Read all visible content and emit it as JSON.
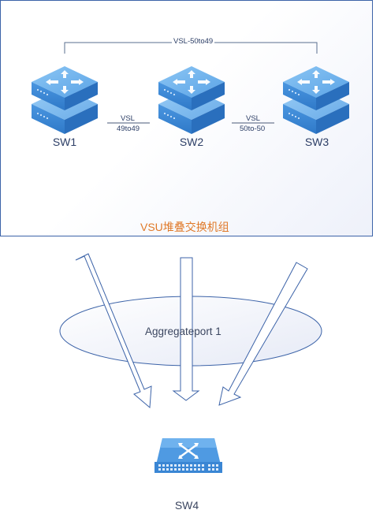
{
  "diagram": {
    "group_label": "VSU堆叠交换机组",
    "top_link_label": "VSL-50to49",
    "link_1_2": {
      "line1": "VSL",
      "line2": "49to49"
    },
    "link_2_3": {
      "line1": "VSL",
      "line2": "50to-50"
    },
    "switches": [
      {
        "name": "SW1"
      },
      {
        "name": "SW2"
      },
      {
        "name": "SW3"
      }
    ],
    "aggregate_label": "Aggregateport 1",
    "access_switch": {
      "name": "SW4"
    },
    "colors": {
      "frame_border": "#3c63a8",
      "switch_blue": "#5aa3e6",
      "switch_dark": "#3a86d4",
      "group_label": "#e07a2a",
      "text": "#2c3e66"
    }
  }
}
